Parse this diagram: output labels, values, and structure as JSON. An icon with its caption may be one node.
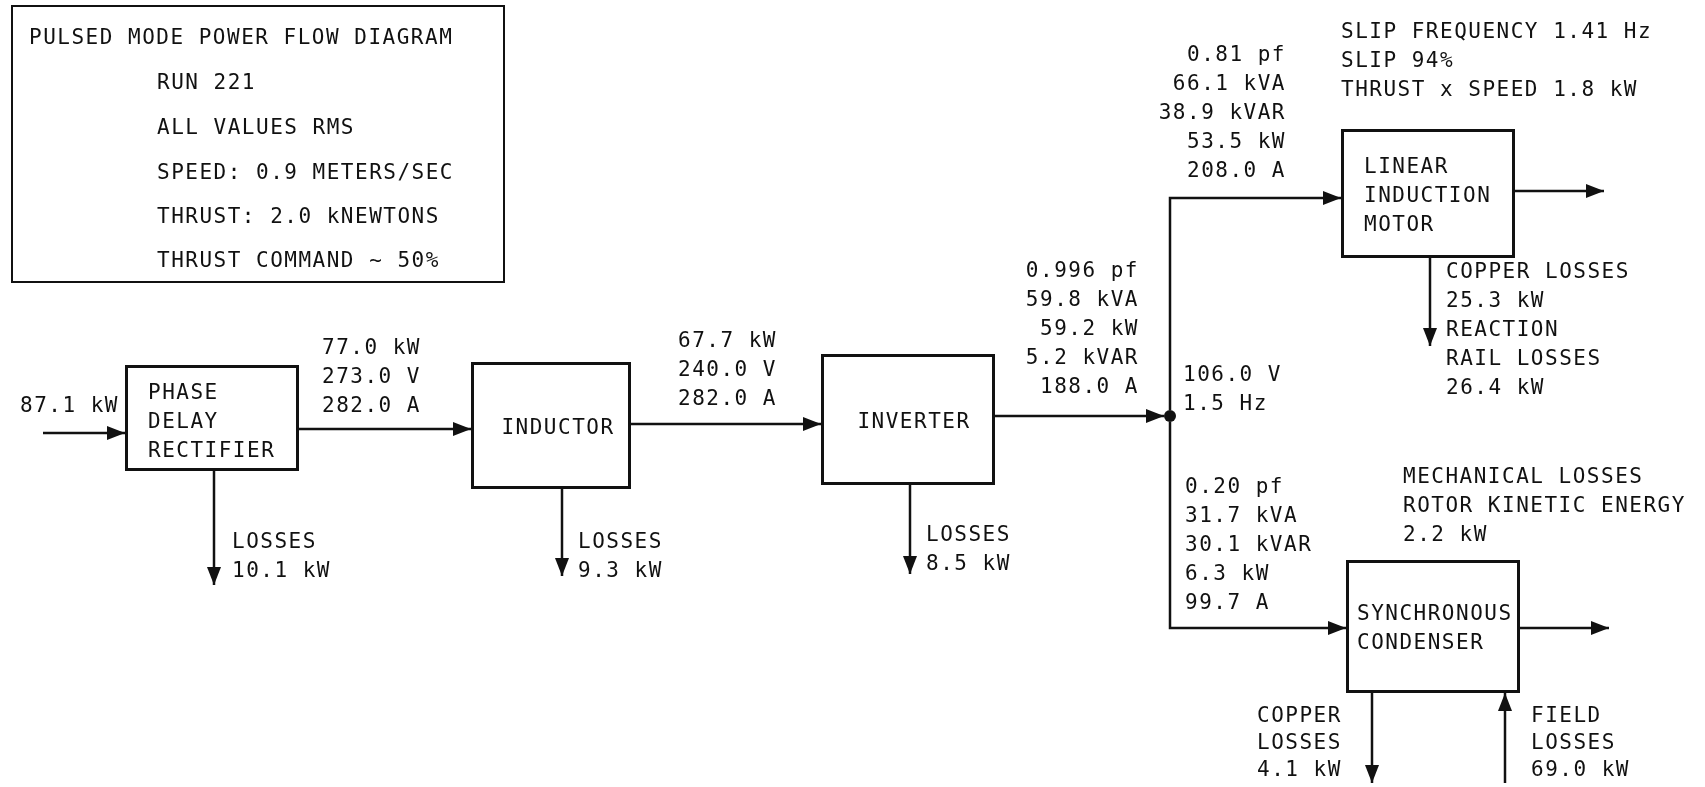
{
  "diagram": {
    "nodes": [
      {
        "text": [
          "PULSED MODE POWER FLOW DIAGRAM",
          "RUN 221",
          "ALL VALUES RMS",
          "SPEED: 0.9 METERS/SEC",
          "THRUST: 2.0 kNEWTONS",
          "THRUST COMMAND ~ 50%"
        ]
      },
      {
        "text": [
          "PHASE DELAY RECTIFIER"
        ]
      },
      {
        "text": [
          "INDUCTOR"
        ]
      },
      {
        "text": [
          "INVERTER"
        ]
      },
      {
        "text": [],
        "shape": "circle",
        "beside": [
          "106.0 V 1.5 Hz"
        ]
      },
      {
        "text": [
          "LINEAR INDUCTION MOTOR"
        ],
        "beside": [
          "SLIP FREQUENCY 1.41 Hz",
          "SLIP 94%",
          "THRUST x SPEED 1.8 kW"
        ]
      },
      {
        "text": [
          "SYNCHRONOUS CONDENSER"
        ],
        "beside": [
          "MECHANICAL LOSSES ROTOR KINETIC ENERGY 2.2 kW"
        ]
      },
      {
        "text": [
          "REACTION RAIL LOSSES 26.4 kW"
        ]
      }
    ],
    "edges": [
      {
        "from": null,
        "to": 1,
        "arrow": "to",
        "label": "87.1 kW"
      },
      {
        "from": 1,
        "to": 2,
        "arrow": "to",
        "label": "77.0 kW 273.0 V 282.0 A"
      },
      {
        "from": 2,
        "to": 3,
        "arrow": "to",
        "label": "67.7 kW 240.0 V 282.0 A"
      },
      {
        "from": 3,
        "to": 4,
        "arrow": "to",
        "label": "0.996 pf 59.8 kVA 59.2 kW 5.2 kVAR 188.0 A"
      },
      {
        "from": 4,
        "to": 5,
        "arrow": "to",
        "label": "0.81 pf 66.1 kVA 38.9 kVAR 53.5 kW 208.0 A"
      },
      {
        "from": 4,
        "to": 6,
        "arrow": "to",
        "label": "0.20 pf 31.7 kVA 30.1 kVAR 6.3 kW 99.7 A"
      },
      {
        "from": 1,
        "to": null,
        "arrow": "to",
        "label": "LOSSES 10.1 kW"
      },
      {
        "from": 2,
        "to": null,
        "arrow": "to",
        "label": "LOSSES 9.3 kW"
      },
      {
        "from": 3,
        "to": null,
        "arrow": "to",
        "label": "LOSSES 8.5 kW"
      },
      {
        "from": 5,
        "to": null,
        "arrow": "to"
      },
      {
        "from": 5,
        "to": 7,
        "arrow": "to",
        "label": "COPPER LOSSES 25.3 kW"
      },
      {
        "from": 6,
        "to": null,
        "arrow": "to"
      },
      {
        "from": 6,
        "to": null,
        "arrow": "to",
        "label": "COPPER LOSSES 4.1 kW"
      },
      {
        "from": null,
        "to": 6,
        "arrow": "to",
        "label": "FIELD LOSSES 69.0 kW"
      }
    ]
  }
}
